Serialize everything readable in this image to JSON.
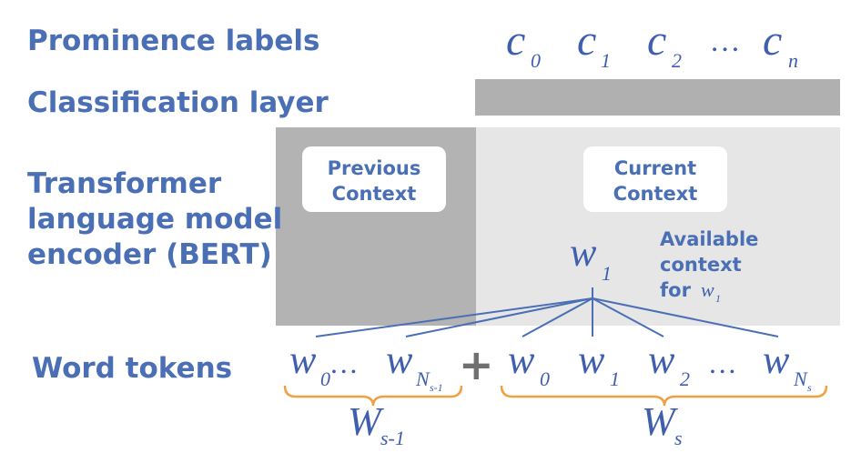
{
  "labels": {
    "prominence": "Prominence labels",
    "classification": "Classification layer",
    "transformer_1": "Transformer",
    "transformer_2": "language model",
    "transformer_3": "encoder (BERT)",
    "word_tokens": "Word tokens"
  },
  "prominence_symbols": {
    "c": "c",
    "sub0": "0",
    "sub1": "1",
    "sub2": "2",
    "dots": "…",
    "subn": "n"
  },
  "context_boxes": {
    "previous_1": "Previous",
    "previous_2": "Context",
    "current_1": "Current",
    "current_2": "Context"
  },
  "available": {
    "line1": "Available",
    "line2": "context",
    "line3": "for",
    "w": "w",
    "sub": "1"
  },
  "tokens": {
    "w": "w",
    "prev_sub0": "0",
    "prev_dots": "…",
    "prev_subN": "N",
    "prev_subN_sub": "s-1",
    "plus": "+",
    "cur_sub0": "0",
    "cur_sub1": "1",
    "cur_sub2": "2",
    "cur_dots": "…",
    "cur_subN": "N",
    "cur_subN_sub": "s"
  },
  "encoder_output": {
    "w": "w",
    "sub": "1"
  },
  "groups": {
    "W": "W",
    "prev_sub": "s-1",
    "cur_sub": "s"
  },
  "colors": {
    "text_blue": "#4a6fb5",
    "dark_gray": "#b3b3b3",
    "light_gray": "#e6e6e6",
    "classification_gray": "#b0b0b0",
    "brace_orange": "#f0a040"
  }
}
